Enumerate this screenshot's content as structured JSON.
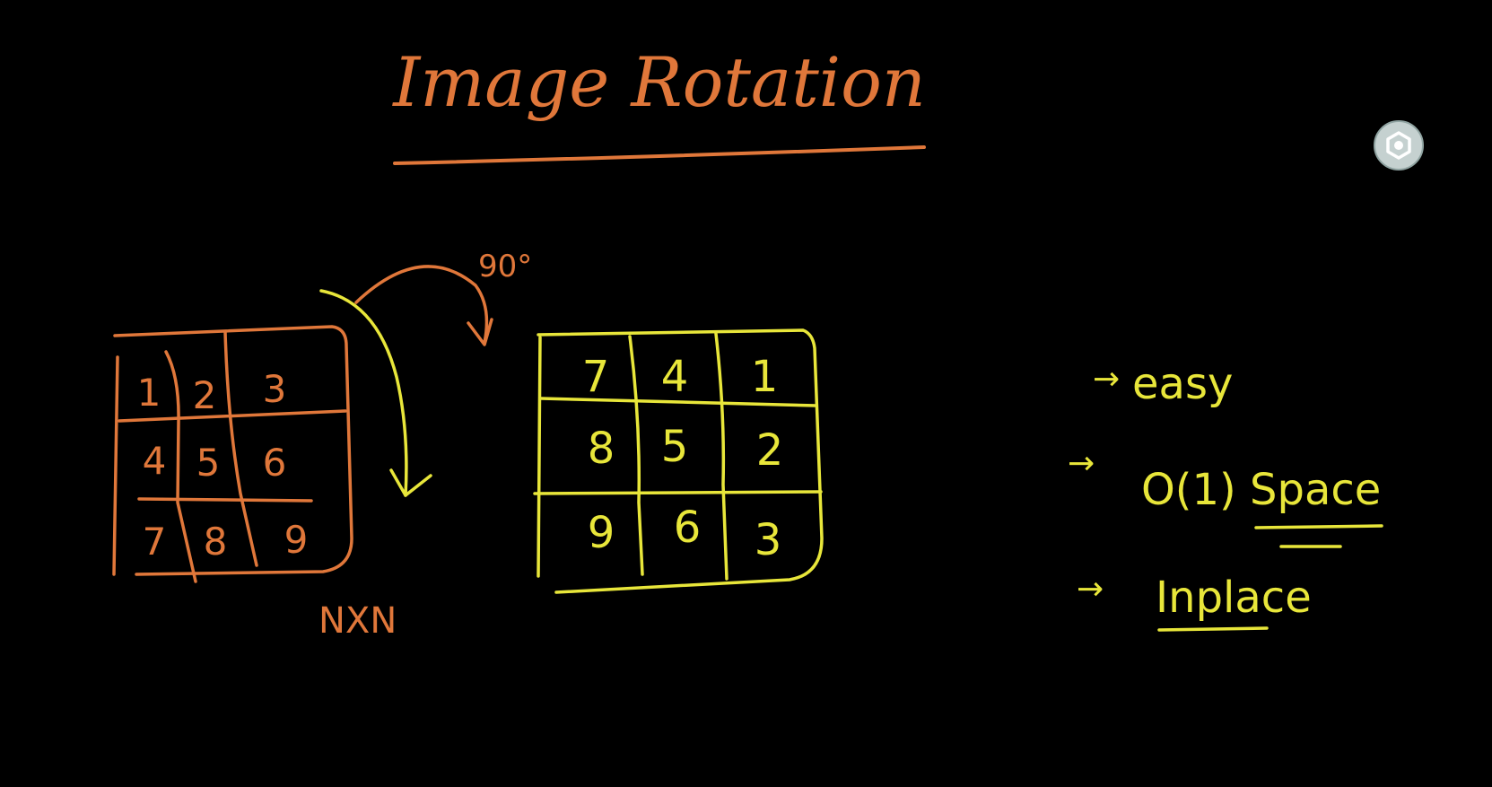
{
  "title": "Image Rotation",
  "rotation_label": "90°",
  "size_label": "NXN",
  "original_matrix": [
    [
      "1",
      "2",
      "3"
    ],
    [
      "4",
      "5",
      "6"
    ],
    [
      "7",
      "8",
      "9"
    ]
  ],
  "rotated_matrix": [
    [
      "7",
      "4",
      "1"
    ],
    [
      "8",
      "5",
      "2"
    ],
    [
      "9",
      "6",
      "3"
    ]
  ],
  "notes": [
    {
      "arrow": "→",
      "text": "easy"
    },
    {
      "arrow": "→",
      "text": "O(1) Space"
    },
    {
      "arrow": "→",
      "text": "Inplace"
    }
  ],
  "colors": {
    "background": "#000000",
    "orange": "#e0773a",
    "yellow": "#e8e63a",
    "button": "#c5d1d0"
  },
  "icons": {
    "overlay_button": "lens-icon"
  }
}
